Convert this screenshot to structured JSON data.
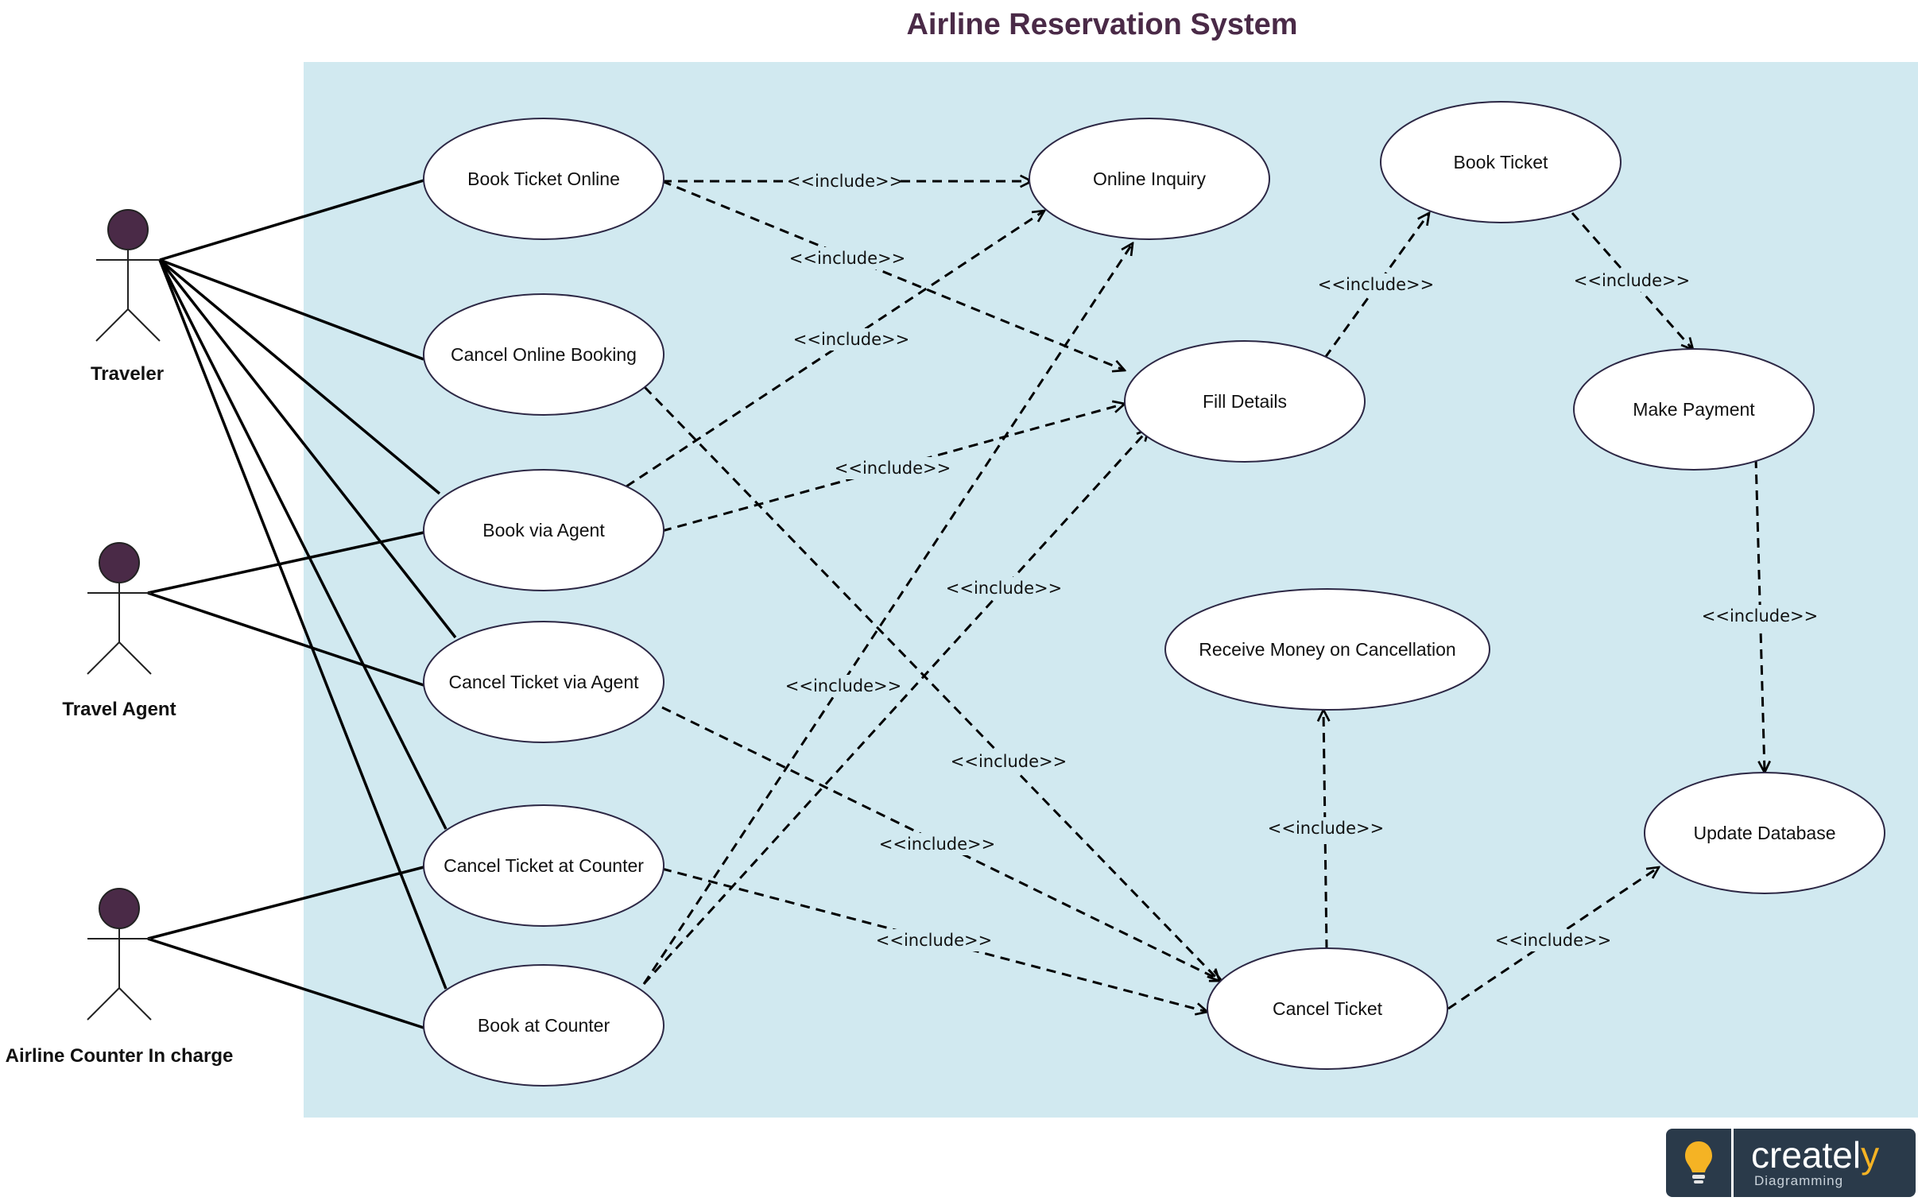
{
  "title": "Airline Reservation System",
  "colors": {
    "title": "#4a2a47",
    "boundary": "#d1e9f0",
    "actor_head": "#4a2a47",
    "ellipse_fill": "#ffffff",
    "ellipse_stroke": "#2d2845",
    "logo_bg": "#2a3a4a",
    "logo_accent": "#f5b324"
  },
  "actors": [
    {
      "id": "traveler",
      "label": "Traveler"
    },
    {
      "id": "travel-agent",
      "label": "Travel Agent"
    },
    {
      "id": "counter",
      "label": "Airline Counter In charge"
    }
  ],
  "use_cases": [
    {
      "id": "book-online",
      "label": "Book Ticket Online"
    },
    {
      "id": "cancel-online",
      "label": "Cancel Online Booking"
    },
    {
      "id": "book-agent",
      "label": "Book via Agent"
    },
    {
      "id": "cancel-agent",
      "label": "Cancel Ticket via Agent"
    },
    {
      "id": "cancel-counter",
      "label": "Cancel Ticket at Counter"
    },
    {
      "id": "book-counter",
      "label": "Book at Counter"
    },
    {
      "id": "online-inquiry",
      "label": "Online Inquiry"
    },
    {
      "id": "fill-details",
      "label": "Fill Details"
    },
    {
      "id": "book-ticket",
      "label": "Book Ticket"
    },
    {
      "id": "make-payment",
      "label": "Make Payment"
    },
    {
      "id": "receive-money",
      "label": "Receive Money on Cancellation"
    },
    {
      "id": "update-db",
      "label": "Update Database"
    },
    {
      "id": "cancel-ticket",
      "label": "Cancel Ticket"
    }
  ],
  "associations": [
    {
      "from": "traveler",
      "to": "book-online"
    },
    {
      "from": "traveler",
      "to": "cancel-online"
    },
    {
      "from": "traveler",
      "to": "book-agent"
    },
    {
      "from": "traveler",
      "to": "cancel-agent"
    },
    {
      "from": "traveler",
      "to": "cancel-counter"
    },
    {
      "from": "traveler",
      "to": "book-counter"
    },
    {
      "from": "travel-agent",
      "to": "book-agent"
    },
    {
      "from": "travel-agent",
      "to": "cancel-agent"
    },
    {
      "from": "counter",
      "to": "cancel-counter"
    },
    {
      "from": "counter",
      "to": "book-counter"
    }
  ],
  "include_label": "<<include>>",
  "includes": [
    {
      "from": "book-online",
      "to": "online-inquiry",
      "label": "<<include>>"
    },
    {
      "from": "book-online",
      "to": "fill-details",
      "label": "<<include>>"
    },
    {
      "from": "book-agent",
      "to": "online-inquiry",
      "label": "<<include>>"
    },
    {
      "from": "book-agent",
      "to": "fill-details",
      "label": "<<include>>"
    },
    {
      "from": "book-counter",
      "to": "online-inquiry",
      "label": "<<include>>"
    },
    {
      "from": "book-counter",
      "to": "fill-details",
      "label": "<<include>>"
    },
    {
      "from": "cancel-online",
      "to": "cancel-ticket",
      "label": "<<include>>"
    },
    {
      "from": "cancel-agent",
      "to": "cancel-ticket",
      "label": "<<include>>"
    },
    {
      "from": "cancel-counter",
      "to": "cancel-ticket",
      "label": "<<include>>"
    },
    {
      "from": "fill-details",
      "to": "book-ticket",
      "label": "<<include>>"
    },
    {
      "from": "book-ticket",
      "to": "make-payment",
      "label": "<<include>>"
    },
    {
      "from": "make-payment",
      "to": "update-db",
      "label": "<<include>>"
    },
    {
      "from": "cancel-ticket",
      "to": "receive-money",
      "label": "<<include>>"
    },
    {
      "from": "cancel-ticket",
      "to": "update-db",
      "label": "<<include>>"
    }
  ],
  "logo": {
    "brand_main": "createl",
    "brand_accent": "y",
    "subtitle": "Diagramming",
    "icon": "lightbulb-icon"
  }
}
